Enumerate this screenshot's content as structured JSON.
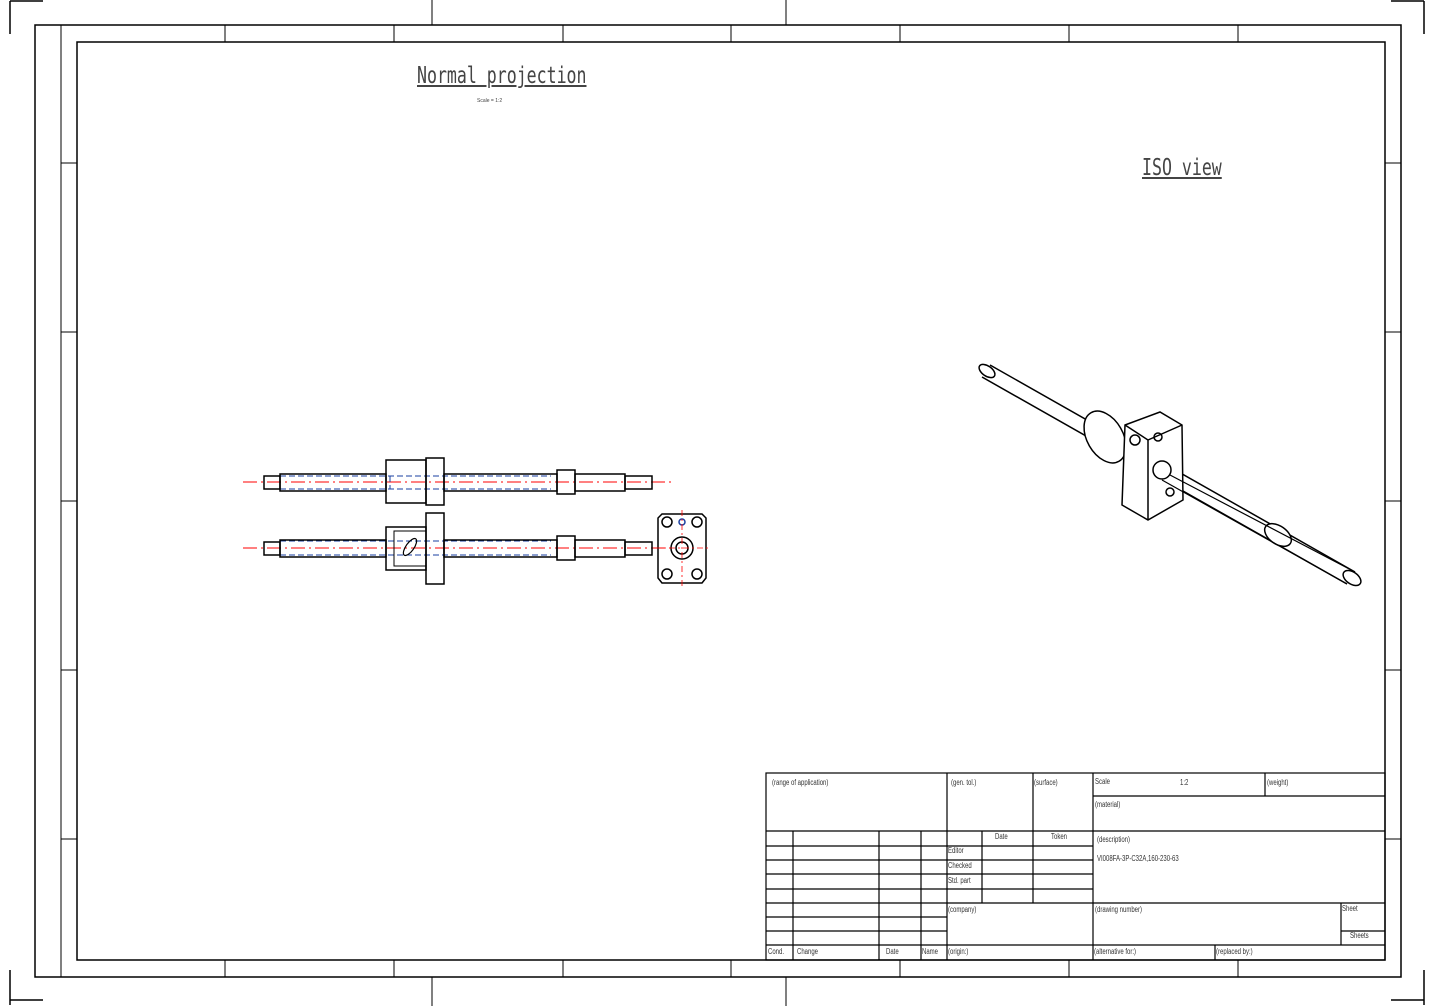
{
  "views": {
    "normal_projection": "Normal projection",
    "normal_scale": "Scale = 1:2",
    "iso_view": "ISO view"
  },
  "title_block": {
    "range": "(range of application)",
    "gen_tol": "(gen. tol.)",
    "surface": "(surface)",
    "scale_label": "Scale",
    "scale_value": "1:2",
    "weight": "(weight)",
    "material": "(material)",
    "date": "Date",
    "token": "Token",
    "editor": "Editor",
    "checked": "Checked",
    "std_part": "Std. part",
    "description": "(description)",
    "part_number": "VI008FA-3P-C32A,160-230-63",
    "company": "(company)",
    "drawing_number": "(drawing number)",
    "sheet": "Sheet",
    "sheets": "Sheets",
    "cond": "Cond.",
    "change": "Change",
    "date2": "Date",
    "name": "Name",
    "origin": "(origin:)",
    "alternative": "(alternative for:)",
    "replaced": "(replaced by:)"
  },
  "colors": {
    "line": "#000000",
    "centerline": "#ff0000",
    "hidden": "#1a3fa0"
  }
}
